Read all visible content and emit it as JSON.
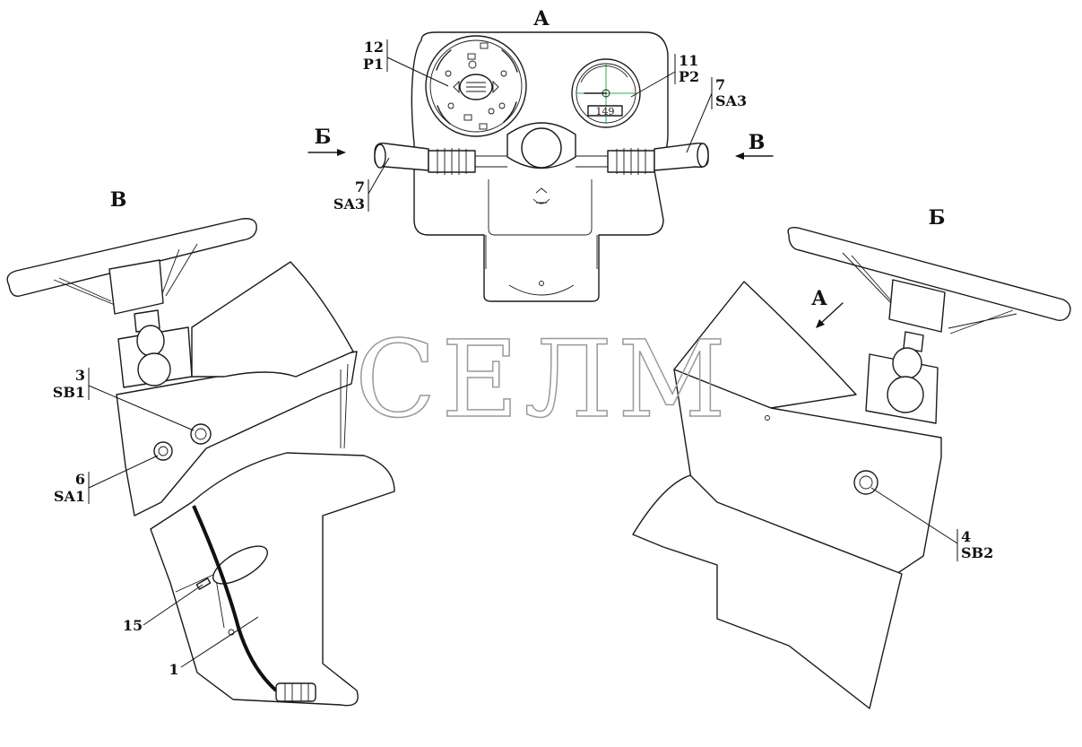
{
  "view_titles": {
    "view_a": "А",
    "view_b": "Б",
    "view_v": "В",
    "arrow_b": "Б",
    "arrow_v": "В",
    "arrow_a": "А"
  },
  "watermark": "СЕЛМ",
  "callouts": {
    "p1": {
      "num": "12",
      "code": "P1"
    },
    "p2": {
      "num": "11",
      "code": "P2"
    },
    "sa3_right": {
      "num": "7",
      "code": "SA3"
    },
    "sa3_left": {
      "num": "7",
      "code": "SA3"
    },
    "sb1": {
      "num": "3",
      "code": "SB1"
    },
    "sa1": {
      "num": "6",
      "code": "SA1"
    },
    "sb2": {
      "num": "4",
      "code": "SB2"
    },
    "item15": {
      "num": "15"
    },
    "item1": {
      "num": "1"
    }
  },
  "gauge_readout": "149"
}
